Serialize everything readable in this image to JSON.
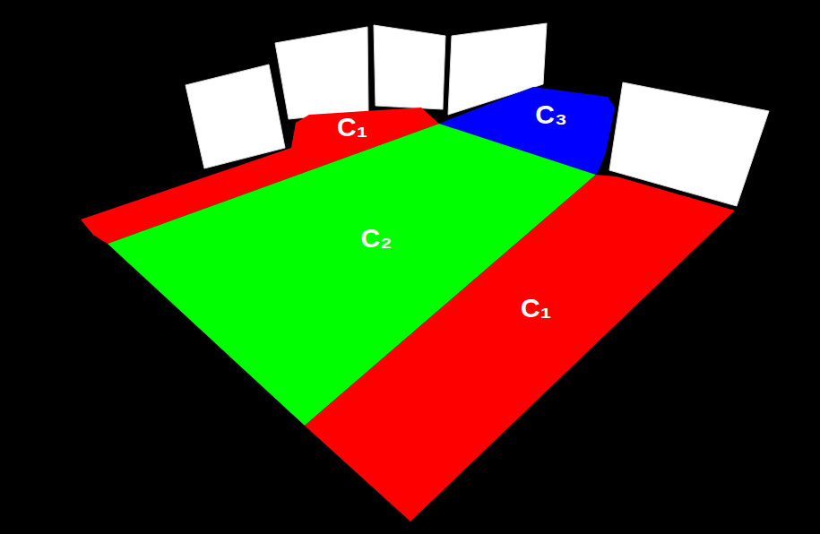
{
  "diagram": {
    "nodes": [
      {
        "text": [
          "C₁"
        ]
      },
      {
        "text": [
          "C₃"
        ]
      },
      {
        "text": [
          "C₂"
        ]
      },
      {
        "text": [
          "C₁"
        ]
      }
    ]
  }
}
